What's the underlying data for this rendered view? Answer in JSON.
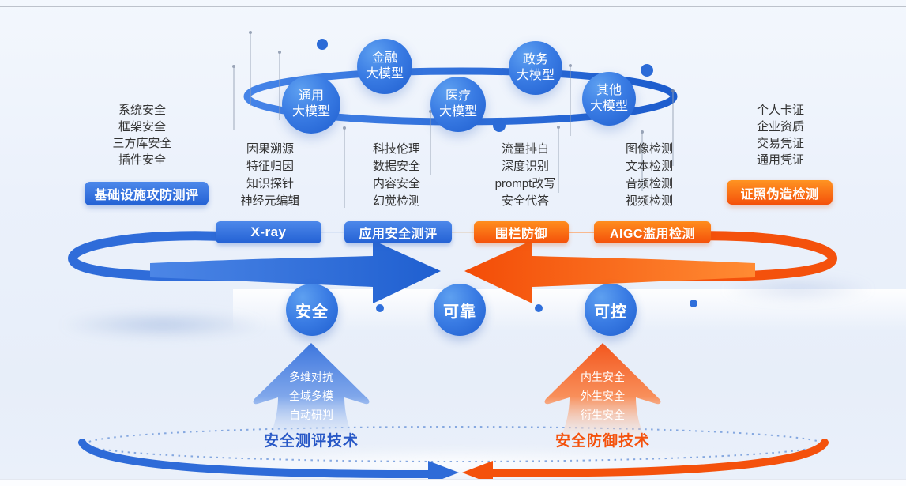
{
  "models": {
    "general": "通用\n大模型",
    "finance": "金融\n大模型",
    "medical": "医疗\n大模型",
    "government": "政务\n大模型",
    "other": "其他\n大模型"
  },
  "infra": {
    "items": [
      "系统安全",
      "框架安全",
      "三方库安全",
      "插件安全"
    ],
    "badge": "基础设施攻防测评"
  },
  "cert": {
    "items": [
      "个人卡证",
      "企业资质",
      "交易凭证",
      "通用凭证"
    ],
    "badge": "证照伪造检测"
  },
  "capabilities": [
    {
      "items": [
        "因果溯源",
        "特征归因",
        "知识探针",
        "神经元编辑"
      ]
    },
    {
      "items": [
        "科技伦理",
        "数据安全",
        "内容安全",
        "幻觉检测"
      ]
    },
    {
      "items": [
        "流量排白",
        "深度识别",
        "prompt改写",
        "安全代答"
      ]
    },
    {
      "items": [
        "图像检测",
        "文本检测",
        "音频检测",
        "视频检测"
      ]
    }
  ],
  "products": [
    {
      "label": "X-ray",
      "color": "blue"
    },
    {
      "label": "应用安全测评",
      "color": "blue"
    },
    {
      "label": "围栏防御",
      "color": "orange"
    },
    {
      "label": "AIGC滥用检测",
      "color": "orange"
    }
  ],
  "pillars": [
    {
      "label": "安全"
    },
    {
      "label": "可靠"
    },
    {
      "label": "可控"
    }
  ],
  "left_tech": {
    "items": [
      "多维对抗",
      "全域多模",
      "自动研判"
    ],
    "label": "安全测评技术"
  },
  "right_tech": {
    "items": [
      "内生安全",
      "外生安全",
      "衍生安全"
    ],
    "label": "安全防御技术"
  },
  "colors": {
    "blue": "#2e6bd8",
    "orange": "#f4510c"
  }
}
